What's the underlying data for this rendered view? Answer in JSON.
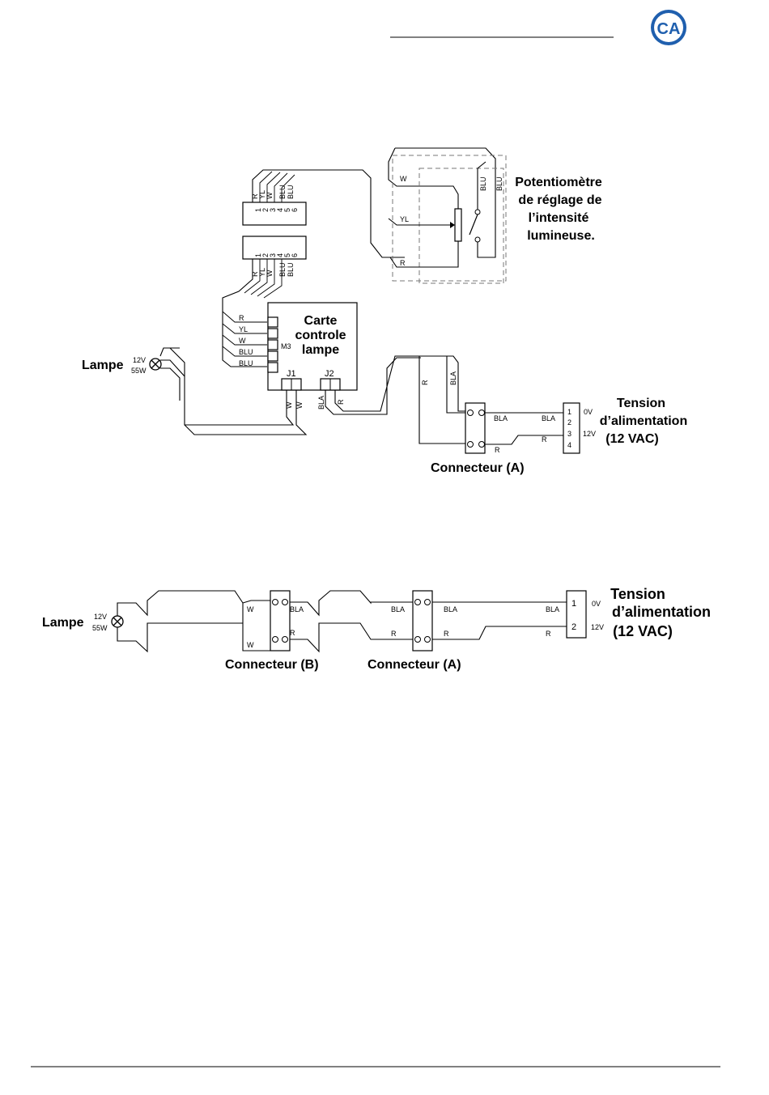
{
  "logo": {
    "name": "ca-logo-icon",
    "color": "#1f5fae",
    "text": "CA"
  },
  "diagram1": {
    "potentiometer": {
      "line1": "Potentiomètre",
      "line2": "de réglage de",
      "line3": "l’intensité",
      "line4": "lumineuse."
    },
    "card": {
      "line1": "Carte",
      "line2": "controle",
      "line3": "lampe",
      "m3": "M3",
      "j1": "J1",
      "j2": "J2"
    },
    "lamp": {
      "label": "Lampe",
      "voltage": "12V",
      "power": "55W"
    },
    "supply": {
      "line1": "Tension",
      "line2": "d’alimentation",
      "line3": "(12 VAC)",
      "v0": "0V",
      "v12": "12V"
    },
    "connector": {
      "label": "Connecteur (A)"
    },
    "plug1_wires": [
      "R",
      "YL",
      "W",
      "BLU",
      "BLU"
    ],
    "plug2_wires": [
      "R",
      "YL",
      "W",
      "BLU",
      "BLU"
    ],
    "plug_pins": [
      "1",
      "2",
      "3",
      "4",
      "5",
      "6"
    ],
    "pot_wires": {
      "w": "W",
      "yl": "YL",
      "r": "R",
      "blu1": "BLU",
      "blu2": "BLU"
    },
    "m3_wires": [
      "R",
      "YL",
      "W",
      "BLU",
      "BLU"
    ],
    "j1_wires": [
      "W",
      "W"
    ],
    "j2_wires": [
      "BLA",
      "R"
    ],
    "conn_wires": {
      "r": "R",
      "bla": "BLA",
      "bla_out": "BLA",
      "r_out": "R"
    },
    "terminal": {
      "pins": [
        "1",
        "2",
        "3",
        "4"
      ],
      "bla": "BLA",
      "r": "R"
    }
  },
  "diagram2": {
    "lamp": {
      "label": "Lampe",
      "voltage": "12V",
      "power": "55W"
    },
    "connector_b": {
      "label": "Connecteur (B)",
      "w1": "W",
      "w2": "W",
      "bla": "BLA",
      "r": "R"
    },
    "connector_a": {
      "label": "Connecteur (A)",
      "bla_in": "BLA",
      "r_in": "R",
      "bla_out": "BLA",
      "r_out": "R"
    },
    "terminal": {
      "pins": [
        "1",
        "2"
      ],
      "bla": "BLA",
      "r": "R"
    },
    "supply": {
      "line1": "Tension",
      "line2": "d’alimentation",
      "line3": "(12 VAC)",
      "v0": "0V",
      "v12": "12V"
    }
  }
}
